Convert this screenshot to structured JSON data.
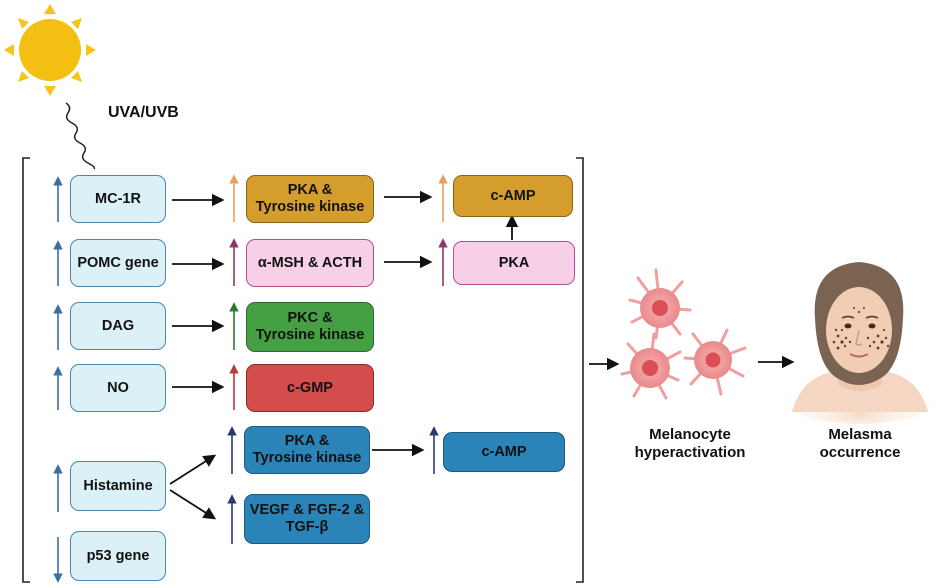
{
  "uv_label": "UVA/UVB",
  "factors": {
    "mc1r": "MC-1R",
    "pomc": "POMC gene",
    "dag": "DAG",
    "no": "NO",
    "histamine": "Histamine",
    "p53": "p53  gene"
  },
  "mediators": {
    "pka_tk_1": "PKA &\nTyrosine kinase",
    "msh_acth": "α-MSH & ACTH",
    "pkc_tk": "PKC &\nTyrosine kinase",
    "cgmp": "c-GMP",
    "pka_tk_2": "PKA &\nTyrosine kinase",
    "vegf": "VEGF & FGF-2 &\nTGF-β"
  },
  "effectors": {
    "camp_1": "c-AMP",
    "pka": "PKA",
    "camp_2": "c-AMP"
  },
  "outcomes": {
    "melanocyte": "Melanocyte\nhyperactivation",
    "melasma": "Melasma\noccurrence"
  },
  "colors": {
    "factor_fill": "#dbf0f7",
    "orange": "#d49d2c",
    "pink": "#f7d0e8",
    "green": "#45a043",
    "red": "#d24d4c",
    "blue": "#2b84b7",
    "up_arrow": "#3a6fa0",
    "sun": "#f5c518"
  },
  "icons": [
    "sun-icon",
    "wave-icon",
    "melanocyte-cell-icon",
    "face-icon"
  ]
}
